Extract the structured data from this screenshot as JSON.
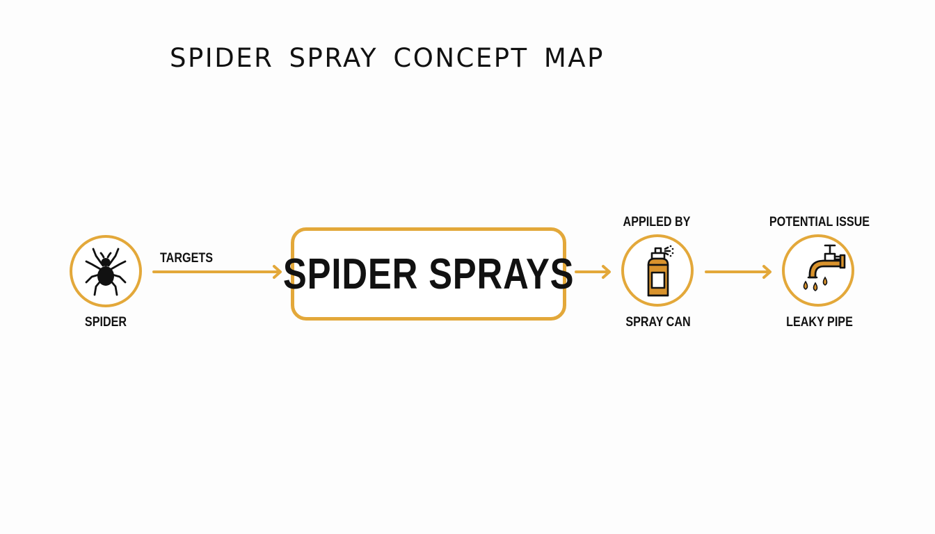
{
  "title": "SPIDER SPRAY CONCEPT MAP",
  "center": {
    "label": "SPIDER SPRAYS"
  },
  "nodes": {
    "spider": {
      "label": "SPIDER",
      "icon": "spider-icon"
    },
    "spray_can": {
      "label": "SPRAY CAN",
      "top_label": "APPILED BY",
      "icon": "spray-can-icon"
    },
    "leaky_pipe": {
      "label": "LEAKY PIPE",
      "top_label": "POTENTIAL ISSUE",
      "icon": "leaky-pipe-icon"
    }
  },
  "edges": {
    "targets": "TARGETS"
  },
  "colors": {
    "accent": "#e3a83a",
    "text": "#111111",
    "background": "#fdfdfd"
  }
}
